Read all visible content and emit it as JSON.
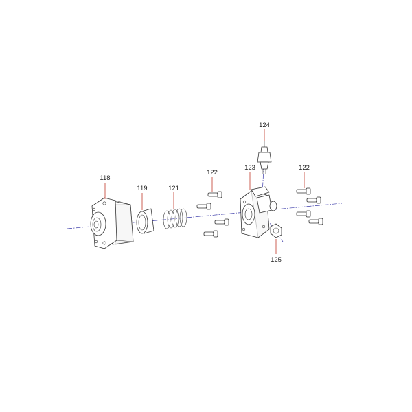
{
  "callouts": {
    "c118": "118",
    "c119": "119",
    "c121": "121",
    "c122_left": "122",
    "c123": "123",
    "c124": "124",
    "c122_right": "122",
    "c125": "125"
  },
  "colors": {
    "leader": "#c0392b",
    "axis": "#3a3aa8",
    "outline": "#333333"
  }
}
